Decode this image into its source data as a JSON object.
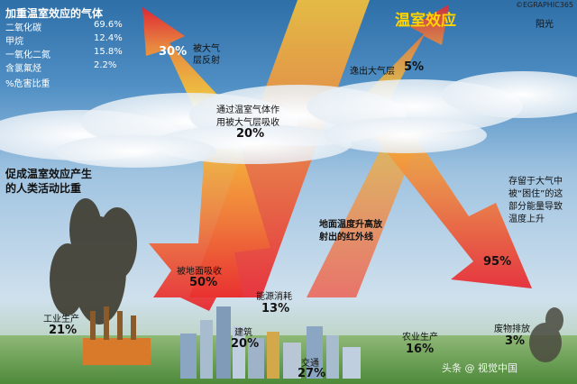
{
  "credit": "©EGRAPHIC365",
  "title": "温室效应",
  "sunlight": "阳光",
  "gases": {
    "heading": "加重温室效应的气体",
    "rows": [
      {
        "name": "二氧化碳",
        "value": "69.6%"
      },
      {
        "name": "甲烷",
        "value": "12.4%"
      },
      {
        "name": "一氧化二氮",
        "value": "15.8%"
      },
      {
        "name": "含氯氟烃",
        "value": "2.2%"
      }
    ],
    "footnote": "%危害比重"
  },
  "reflected": {
    "pct": "30%",
    "label_1": "被大气",
    "label_2": "层反射"
  },
  "escaped": {
    "label": "逸出大气层",
    "pct": "5%"
  },
  "absorbed_atmos": {
    "line_1": "通过温室气体作",
    "line_2": "用被大气层吸收",
    "pct": "20%"
  },
  "human": {
    "line_1": "促成温室效应产生",
    "line_2": "的人类活动比重"
  },
  "trapped": {
    "line_1": "存留于大气中",
    "line_2": "被“困住”的这",
    "line_3": "部分能量导致",
    "line_4": "温度上升",
    "pct": "95%"
  },
  "infrared": {
    "line_1": "地面温度升高放",
    "line_2": "射出的红外线"
  },
  "ground_absorb": {
    "label": "被地面吸收",
    "pct": "50%"
  },
  "energy": {
    "label": "能源消耗",
    "pct": "13%"
  },
  "industry": {
    "label": "工业生产",
    "pct": "21%"
  },
  "building": {
    "label": "建筑",
    "pct": "20%"
  },
  "traffic": {
    "label": "交通",
    "pct": "27%"
  },
  "agriculture": {
    "label": "农业生产",
    "pct": "16%"
  },
  "waste": {
    "label": "废物排放",
    "pct": "3%"
  },
  "watermark": "头条 @ 视觉中国",
  "colors": {
    "arrow_red": "#e8232d",
    "arrow_yellow": "#f7d23a",
    "title_yellow": "#ffd400"
  }
}
